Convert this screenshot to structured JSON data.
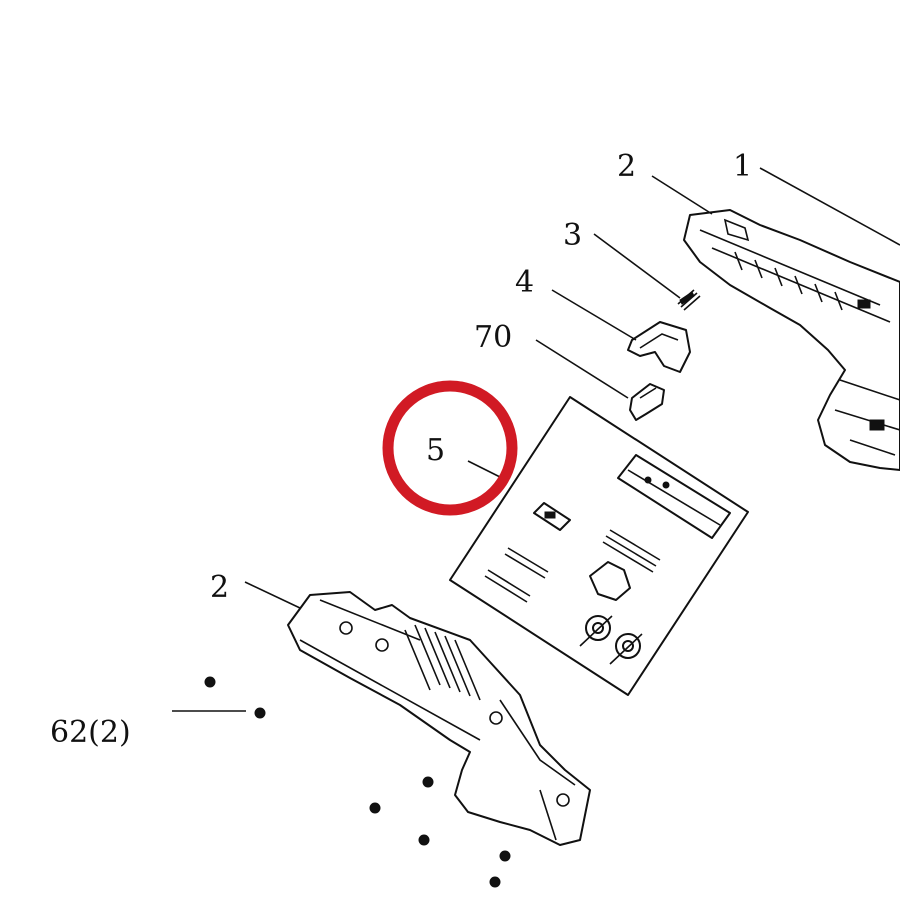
{
  "callouts": {
    "c2_top": "2",
    "c1": "1",
    "c3": "3",
    "c4": "4",
    "c70": "70",
    "c5": "5",
    "c2_bottom": "2",
    "c62": "62(2)"
  },
  "colors": {
    "highlight_ring": "#d11a24",
    "line": "#111111",
    "background": "#ffffff"
  }
}
